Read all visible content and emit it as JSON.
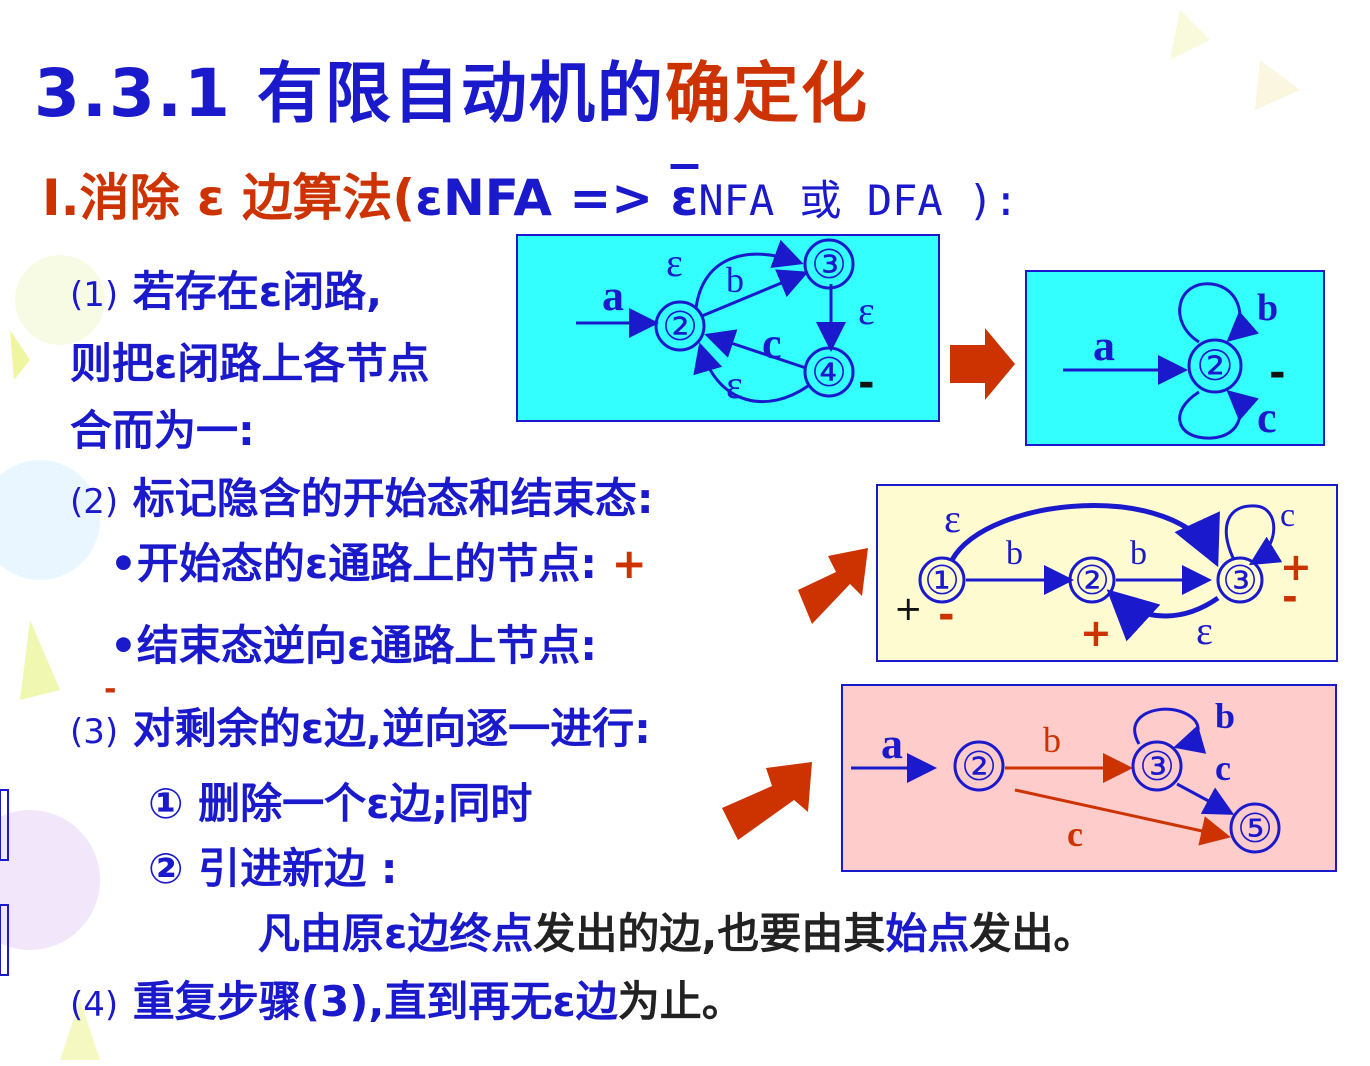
{
  "title": {
    "number": "3.3.1",
    "part1": "有限自动机的",
    "part2": "确定化"
  },
  "subtitle": {
    "prefix": "Ⅰ.消除 ε 边算法(",
    "enfa": "εNFA",
    "arrow": "=>",
    "overe": "ε",
    "tail": "NFA 或 DFA ):"
  },
  "step1": {
    "num": "(1)",
    "line1": "若存在ε闭路,",
    "line2": "则把ε闭路上各节点",
    "line3": "合而为一:"
  },
  "step2": {
    "num": "(2)",
    "head": "标记隐含的开始态和结束态:",
    "b1": "•开始态的ε通路上的节点:",
    "b1mark": "+",
    "b2": "•结束态逆向ε通路上节点:"
  },
  "step3": {
    "num": "(3)",
    "mark": "-",
    "head": "对剩余的ε边,逆向逐一进行:",
    "sub1": "① 删除一个ε边;同时",
    "sub2": "② 引进新边 :",
    "rule": {
      "p1": "凡由原ε边",
      "p2": "终点",
      "p3": "发出的边,也要由其",
      "p4": "始点",
      "p5": "发出。"
    }
  },
  "step4": {
    "num": "(4)",
    "text1": "重复步骤(3),直到再无",
    "text2": "ε边",
    "text3": "为止。"
  },
  "diagram1": {
    "nodes": [
      "②",
      "③",
      "④"
    ],
    "labels": {
      "a": "a",
      "e1": "ε",
      "b": "b",
      "e2": "ε",
      "c": "c",
      "e3": "ε",
      "minus": "-"
    }
  },
  "diagram2": {
    "node": "②",
    "labels": {
      "a": "a",
      "b": "b",
      "c": "c",
      "minus": "-"
    }
  },
  "diagram3": {
    "nodes": [
      "①",
      "②",
      "③"
    ],
    "labels": {
      "e1": "ε",
      "b1": "b",
      "b2": "b",
      "c": "c",
      "plus1": "+",
      "minus1": "-",
      "plus2": "+",
      "e2": "ε",
      "plus3": "+",
      "minus3": "-"
    }
  },
  "diagram4": {
    "nodes": [
      "②",
      "③",
      "⑤"
    ],
    "labels": {
      "a": "a",
      "b1": "b",
      "b2": "b",
      "c1": "c",
      "c2": "c"
    }
  },
  "colors": {
    "blue": "#1a1acc",
    "red": "#cc3300",
    "cyan": "#33ffff",
    "yellow": "#fffbd0",
    "pink": "#ffcccc"
  }
}
